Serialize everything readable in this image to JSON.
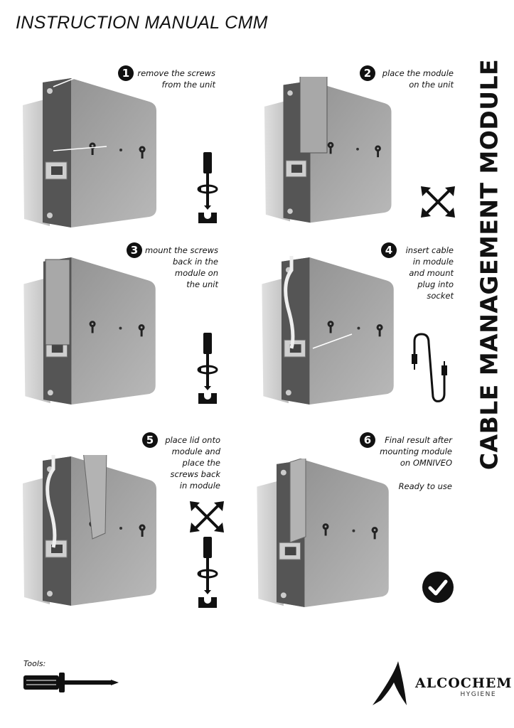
{
  "header": {
    "title": "INSTRUCTION MANUAL CMM",
    "side_title": "CABLE MANAGEMENT MODULE"
  },
  "steps": [
    {
      "number": "1",
      "lines": [
        "remove the screws",
        "from the unit"
      ]
    },
    {
      "number": "2",
      "lines": [
        "place the module",
        "on the unit"
      ]
    },
    {
      "number": "3",
      "lines": [
        "mount the screws",
        "back in the",
        "module on",
        "the unit"
      ]
    },
    {
      "number": "4",
      "lines": [
        "insert cable",
        "in module",
        "and mount",
        "plug into",
        "socket"
      ]
    },
    {
      "number": "5",
      "lines": [
        "place lid onto",
        "module and",
        "place the",
        "screws back",
        "in module"
      ]
    },
    {
      "number": "6",
      "lines": [
        "Final result after",
        "mounting module",
        "on OMNIVEO"
      ],
      "note": "Ready to use"
    }
  ],
  "tools": {
    "label": "Tools:"
  },
  "logo": {
    "name": "ALCOCHEM",
    "sub": "HYGIENE"
  },
  "colors": {
    "ink": "#111111",
    "unit": "#9a9a9a"
  }
}
